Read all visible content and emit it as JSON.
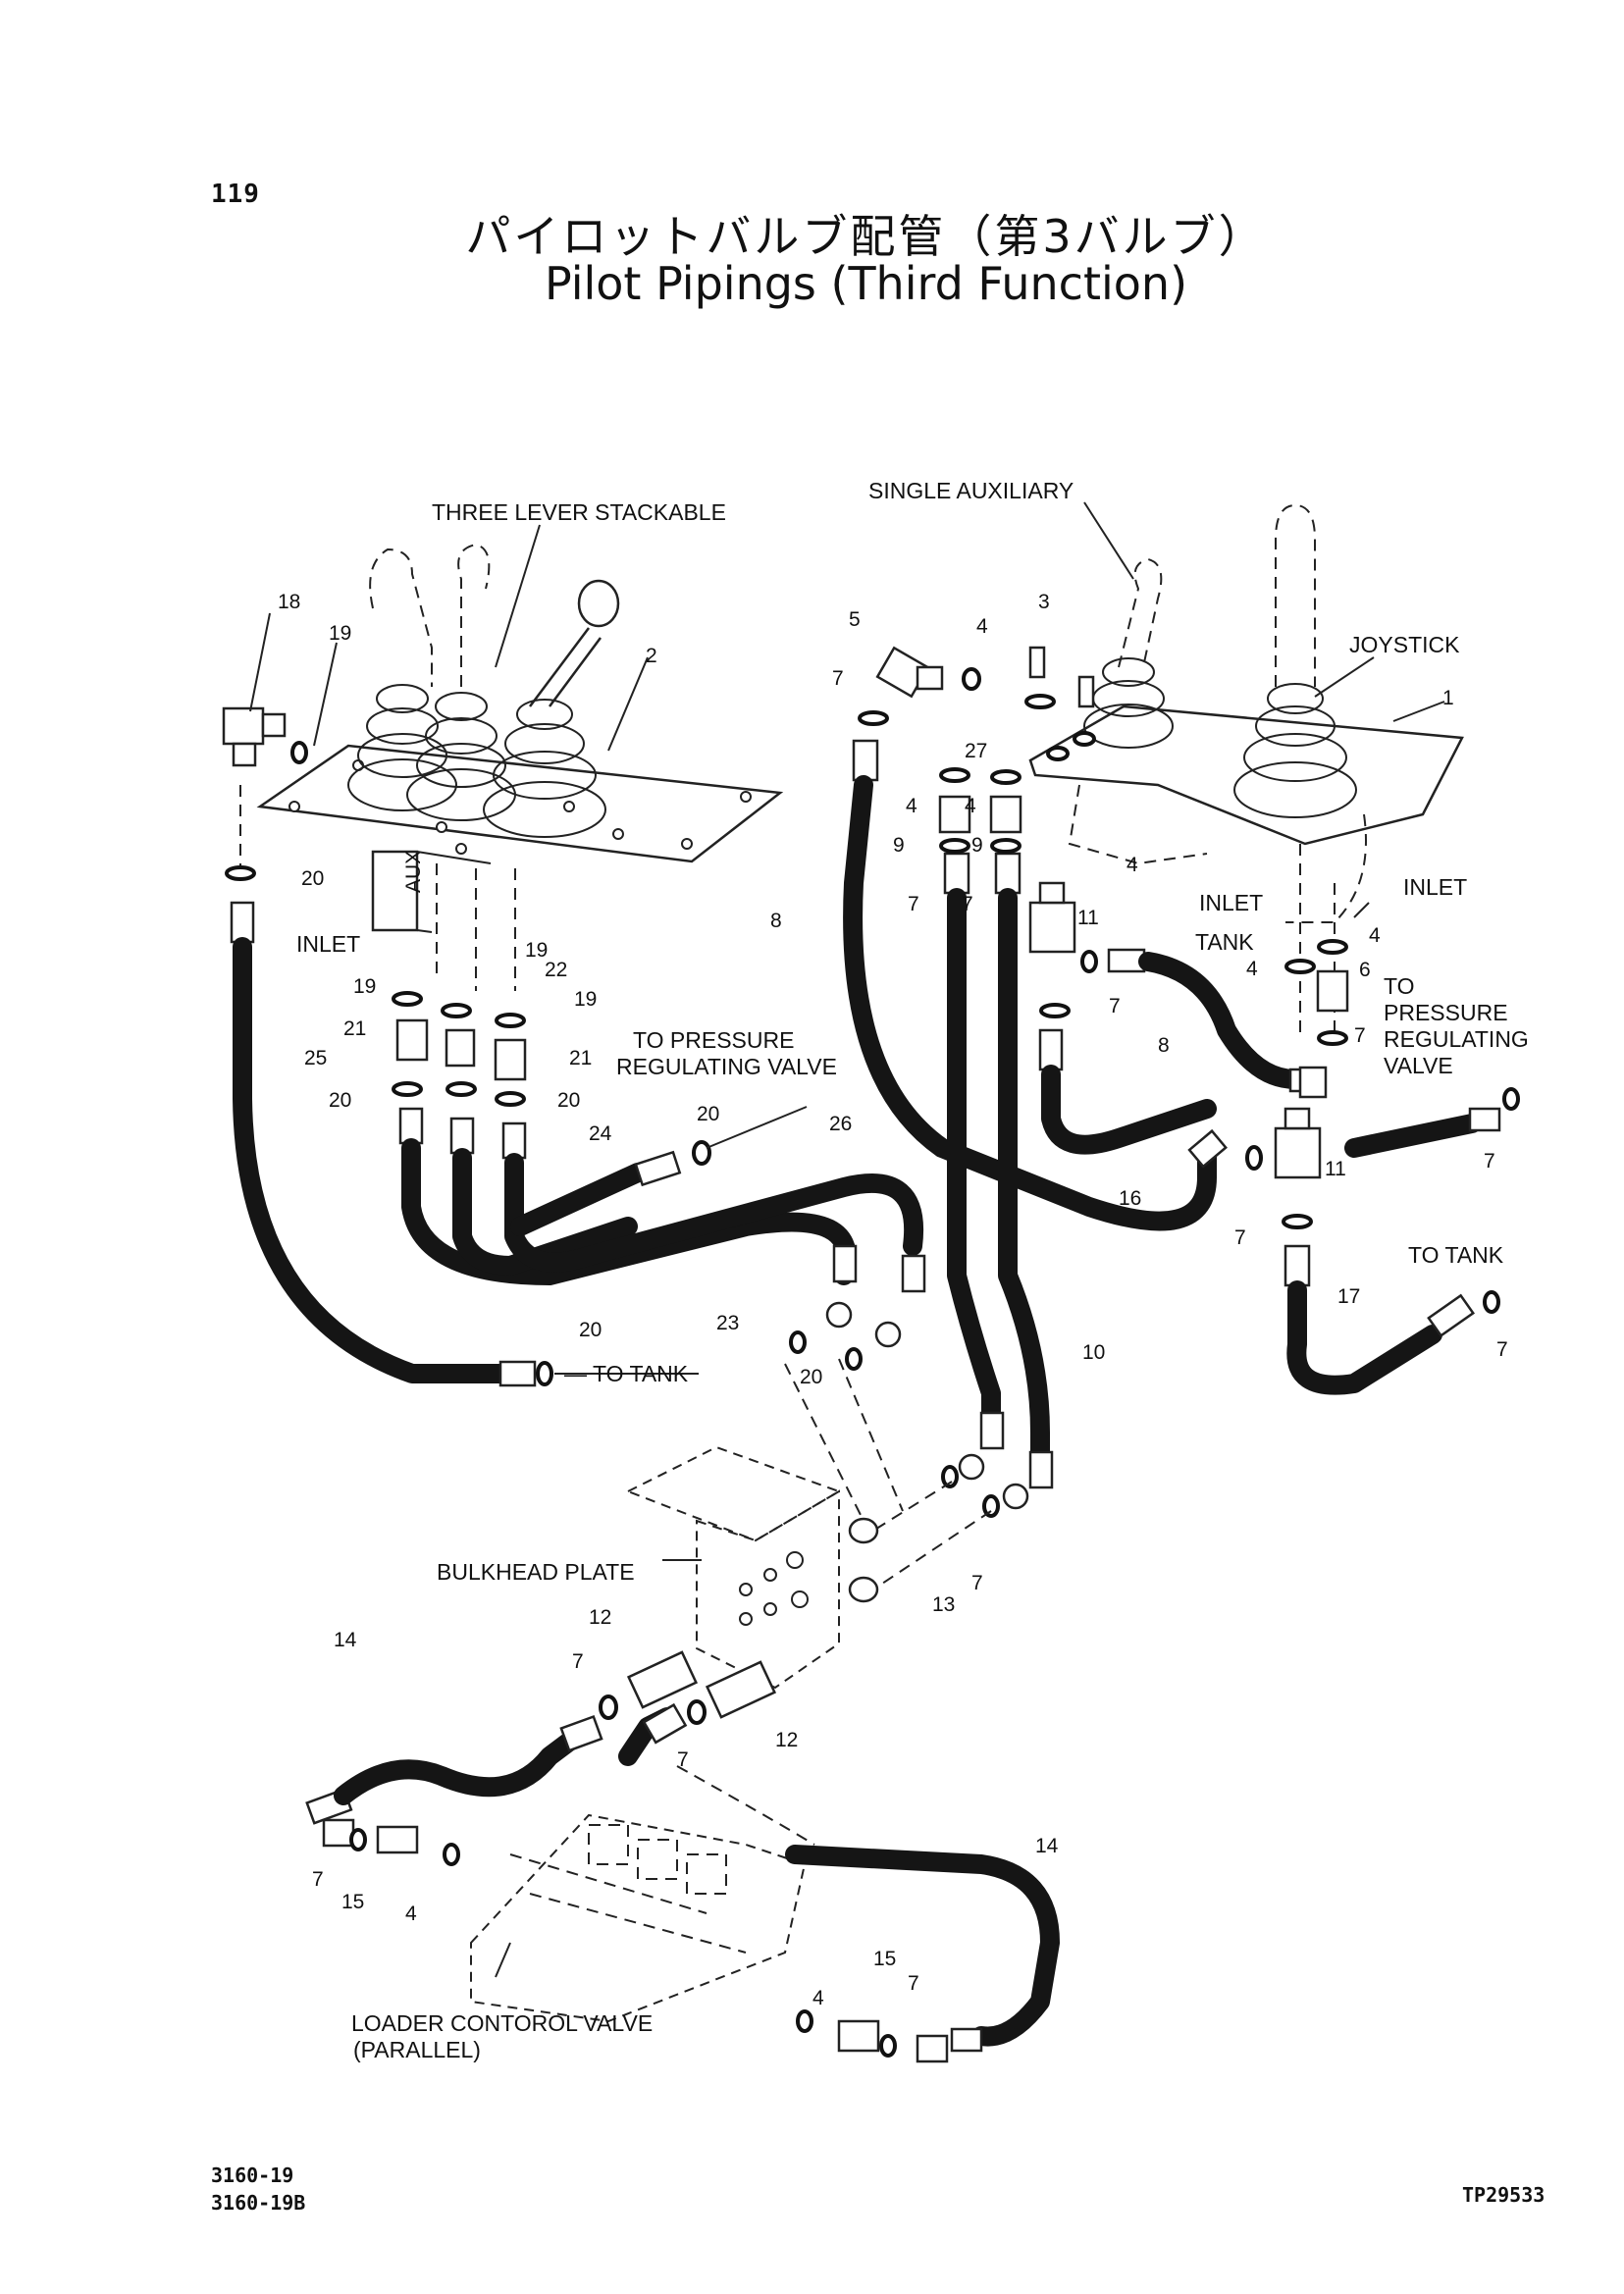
{
  "header": {
    "page_number": "119",
    "title_jp": "パイロットバルブ配管（第3バルブ）",
    "title_en": "Pilot Pipings (Third Function)"
  },
  "labels": {
    "three_lever_stackable": "THREE LEVER STACKABLE",
    "single_auxiliary": "SINGLE AUXILIARY",
    "joystick": "JOYSTICK",
    "inlet": "INLET",
    "tank": "TANK",
    "aux": "AUX",
    "to_pressure_regulating_valve_line1": "TO PRESSURE",
    "to_pressure_regulating_valve_line2": "REGULATING VALVE",
    "to_pressure_right_1": "TO",
    "to_pressure_right_2": "PRESSURE",
    "to_pressure_right_3": "REGULATING",
    "to_pressure_right_4": "VALVE",
    "to_tank": "TO TANK",
    "to_tank_left": "— TO TANK",
    "bulkhead_plate": "BULKHEAD PLATE",
    "loader_valve_line1": "LOADER  CONTOROL  VALVE",
    "loader_valve_line2": "(PARALLEL)"
  },
  "part_numbers": {
    "n1": "1",
    "n2": "2",
    "n3": "3",
    "n4": "4",
    "n5": "5",
    "n6": "6",
    "n7": "7",
    "n8": "8",
    "n9": "9",
    "n10": "10",
    "n11": "11",
    "n12": "12",
    "n13": "13",
    "n14": "14",
    "n15": "15",
    "n16": "16",
    "n17": "17",
    "n18": "18",
    "n19": "19",
    "n20": "20",
    "n21": "21",
    "n22": "22",
    "n23": "23",
    "n24": "24",
    "n25": "25",
    "n26": "26",
    "n27": "27"
  },
  "footer": {
    "model_1": "3160-19",
    "model_2": "3160-19B",
    "drawing_number": "TP29533"
  }
}
